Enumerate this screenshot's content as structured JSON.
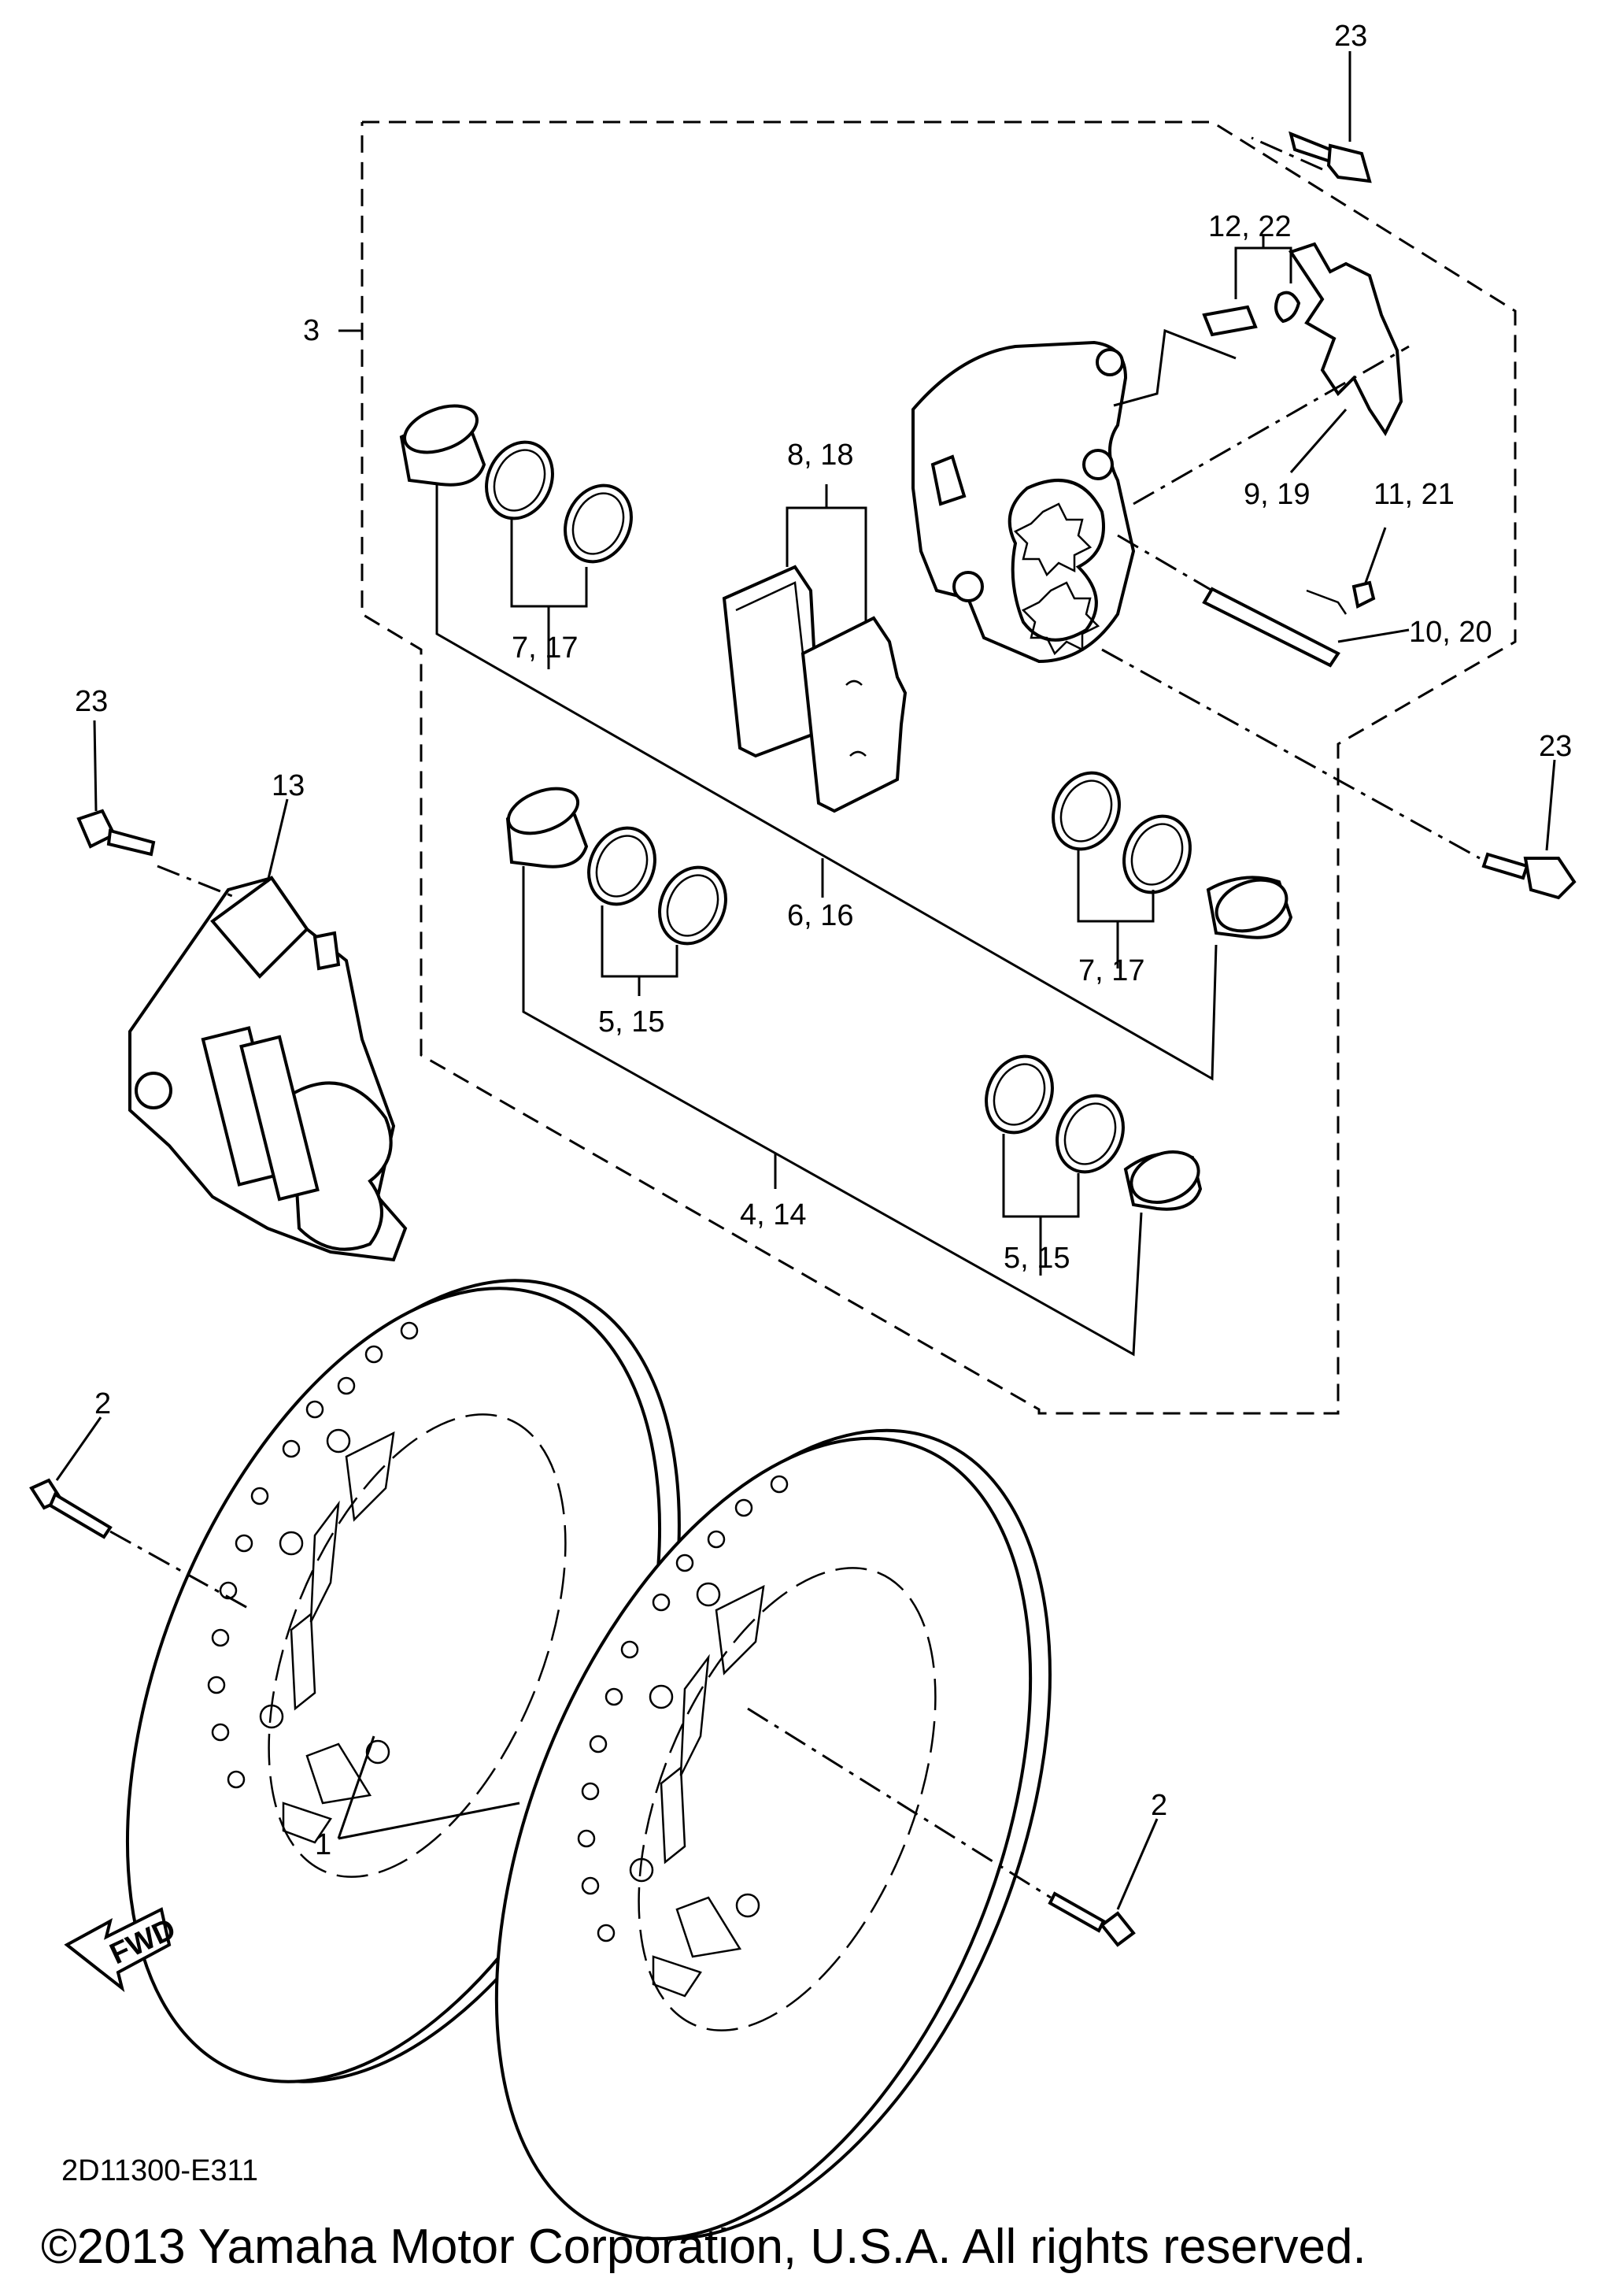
{
  "callouts": {
    "c1": "1",
    "c2_left": "2",
    "c2_right": "2",
    "c3": "3",
    "c4_14": "4, 14",
    "c5_15_a": "5, 15",
    "c5_15_b": "5, 15",
    "c6_16": "6, 16",
    "c7_17_a": "7, 17",
    "c7_17_b": "7, 17",
    "c8_18": "8, 18",
    "c9_19": "9, 19",
    "c10_20": "10, 20",
    "c11_21": "11, 21",
    "c12_22": "12, 22",
    "c13": "13",
    "c23_top": "23",
    "c23_left": "23",
    "c23_right": "23"
  },
  "fwd_label": "FWD",
  "diagram_code": "2D11300-E311",
  "copyright": "©2013 Yamaha Motor Corporation, U.S.A. All rights reserved."
}
